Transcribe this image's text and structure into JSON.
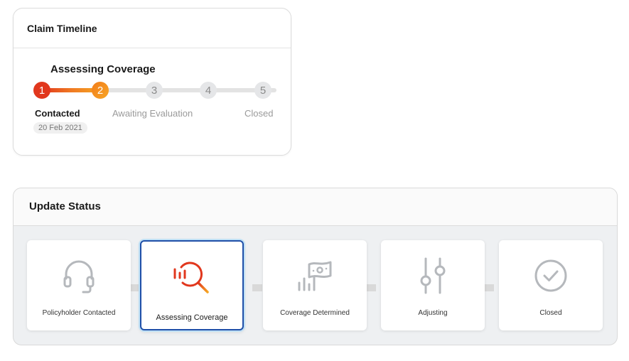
{
  "timeline": {
    "title": "Claim Timeline",
    "current_stage": "Assessing Coverage",
    "progress_fraction": 0.25,
    "steps": [
      {
        "number": "1",
        "state": "done"
      },
      {
        "number": "2",
        "state": "active"
      },
      {
        "number": "3",
        "state": "pending"
      },
      {
        "number": "4",
        "state": "pending"
      },
      {
        "number": "5",
        "state": "pending"
      }
    ],
    "labels": {
      "contacted": "Contacted",
      "awaiting": "Awaiting Evaluation",
      "closed": "Closed"
    },
    "contacted_date": "20 Feb 2021"
  },
  "status": {
    "title": "Update Status",
    "selected_index": 1,
    "stages": [
      {
        "label": "Policyholder Contacted",
        "icon": "headset-icon"
      },
      {
        "label": "Assessing Coverage",
        "icon": "chart-magnifier-icon"
      },
      {
        "label": "Coverage Determined",
        "icon": "chart-money-icon"
      },
      {
        "label": "Adjusting",
        "icon": "sliders-icon"
      },
      {
        "label": "Closed",
        "icon": "check-circle-icon"
      }
    ]
  },
  "colors": {
    "step_done": "#e1371d",
    "step_active": "#f59a23",
    "selected_border": "#1f4fa8",
    "icon_muted": "#b5b8bc"
  }
}
